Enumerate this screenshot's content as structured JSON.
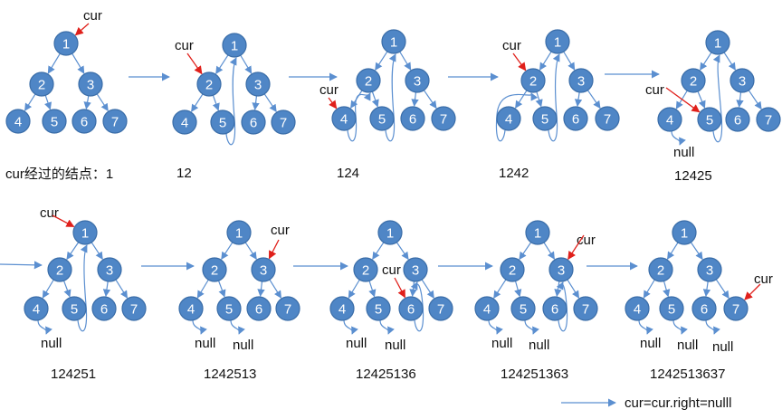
{
  "legend": {
    "text": "cur=cur.right=nulll"
  },
  "colors": {
    "node_fill": "#4f86c6",
    "node_stroke": "#3a6da8",
    "edge": "#5b8fd0",
    "thread": "#5b8fd0",
    "cur_arrow": "#e0201b",
    "text": "#111111"
  },
  "labels": {
    "cur": "cur",
    "null": "null"
  },
  "diagrams": [
    {
      "id": "step-1",
      "sequence": "cur经过的结点：1",
      "cur_node": "1"
    },
    {
      "id": "step-2",
      "sequence": "12",
      "cur_node": "2"
    },
    {
      "id": "step-3",
      "sequence": "124",
      "cur_node": "4"
    },
    {
      "id": "step-4",
      "sequence": "1242",
      "cur_node": "2"
    },
    {
      "id": "step-5",
      "sequence": "12425",
      "cur_node": "5"
    },
    {
      "id": "step-6",
      "sequence": "124251",
      "cur_node": "1"
    },
    {
      "id": "step-7",
      "sequence": "1242513",
      "cur_node": "3"
    },
    {
      "id": "step-8",
      "sequence": "12425136",
      "cur_node": "6"
    },
    {
      "id": "step-9",
      "sequence": "124251363",
      "cur_node": "3"
    },
    {
      "id": "step-10",
      "sequence": "1242513637",
      "cur_node": "7"
    }
  ],
  "tree": {
    "nodes": [
      "1",
      "2",
      "3",
      "4",
      "5",
      "6",
      "7"
    ],
    "edges": [
      [
        "1",
        "2"
      ],
      [
        "1",
        "3"
      ],
      [
        "2",
        "4"
      ],
      [
        "2",
        "5"
      ],
      [
        "3",
        "6"
      ],
      [
        "3",
        "7"
      ]
    ]
  }
}
